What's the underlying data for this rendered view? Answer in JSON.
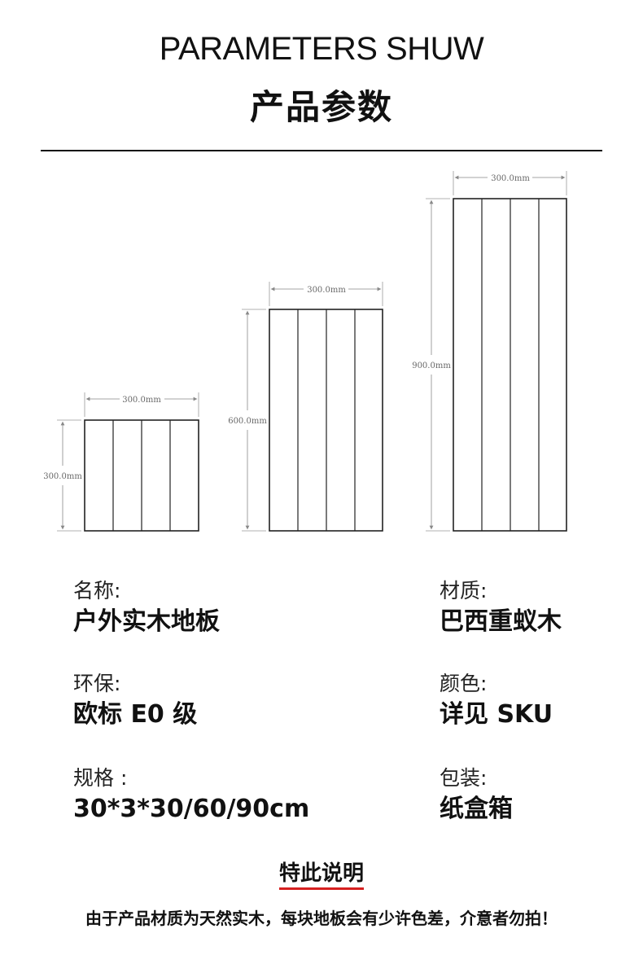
{
  "header": {
    "title_en": "PARAMETERS SHUW",
    "title_cn": "产品参数"
  },
  "diagram": {
    "panels": [
      {
        "width_label": "300.0mm",
        "height_label": "300.0mm"
      },
      {
        "width_label": "300.0mm",
        "height_label": "600.0mm"
      },
      {
        "width_label": "300.0mm",
        "height_label": "900.0mm"
      }
    ]
  },
  "specs": {
    "name_label": "名称:",
    "name_value": "户外实木地板",
    "material_label": "材质:",
    "material_value": "巴西重蚁木",
    "eco_label": "环保:",
    "eco_value": "欧标 E0 级",
    "color_label": "颜色:",
    "color_value": "详见 SKU",
    "size_label": "规格 :",
    "size_value": "30*3*30/60/90cm",
    "pack_label": "包装:",
    "pack_value": "纸盒箱"
  },
  "notice": {
    "title": "特此说明",
    "text": "由于产品材质为天然实木，每块地板会有少许色差，介意者勿拍！",
    "accent_color": "#d62020"
  }
}
